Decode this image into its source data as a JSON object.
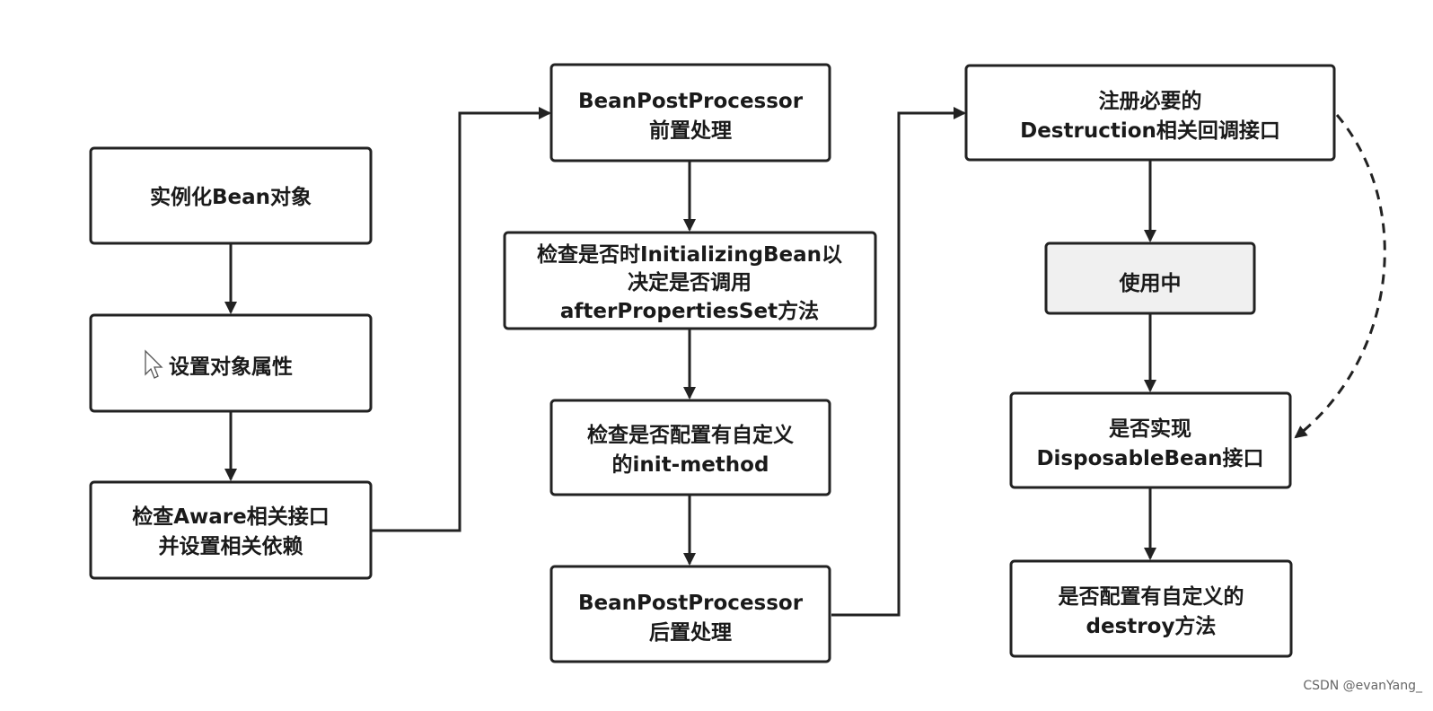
{
  "nodes": {
    "instantiate": {
      "lines": [
        "实例化Bean对象"
      ]
    },
    "set_properties": {
      "lines": [
        "设置对象属性"
      ]
    },
    "check_aware": {
      "lines": [
        "检查Aware相关接口",
        "并设置相关依赖"
      ]
    },
    "bpp_before": {
      "lines": [
        "BeanPostProcessor",
        "前置处理"
      ]
    },
    "check_initializing": {
      "lines": [
        "检查是否时InitializingBean以",
        "决定是否调用",
        "afterPropertiesSet方法"
      ]
    },
    "check_init_method": {
      "lines": [
        "检查是否配置有自定义",
        "的init-method"
      ]
    },
    "bpp_after": {
      "lines": [
        "BeanPostProcessor",
        "后置处理"
      ]
    },
    "register_destruction": {
      "lines": [
        "注册必要的",
        "Destruction相关回调接口"
      ]
    },
    "in_use": {
      "lines": [
        "使用中"
      ]
    },
    "check_disposable": {
      "lines": [
        "是否实现",
        "DisposableBean接口"
      ]
    },
    "check_destroy": {
      "lines": [
        "是否配置有自定义的",
        "destroy方法"
      ]
    }
  },
  "watermark": "CSDN @evanYang_"
}
